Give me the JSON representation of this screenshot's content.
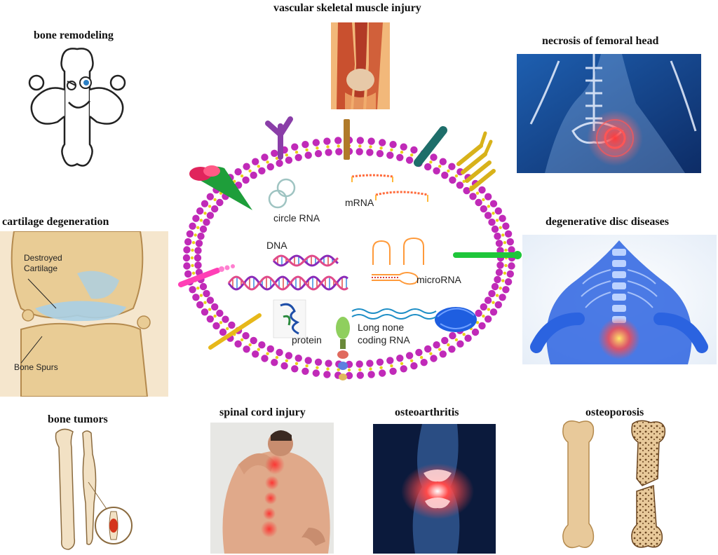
{
  "titles": {
    "vascular": "vascular skeletal muscle injury",
    "bone_remodeling": "bone remodeling",
    "femoral_head": "necrosis of femoral head",
    "cartilage": "cartilage degeneration",
    "disc": "degenerative disc diseases",
    "bone_tumors": "bone tumors",
    "spinal": "spinal cord injury",
    "osteoarthritis": "osteoarthritis",
    "osteoporosis": "osteoporosis"
  },
  "cell": {
    "circle_rna": "circle RNA",
    "mrna": "mRNA",
    "dna": "DNA",
    "microrna": "microRNA",
    "protein": "protein",
    "lncrna_line1": "Long none",
    "lncrna_line2": "coding RNA"
  },
  "cartilage_labels": {
    "destroyed_1": "Destroyed",
    "destroyed_2": "Cartilage",
    "bone_spurs": "Bone Spurs"
  },
  "colors": {
    "membrane_head": "#c02ab8",
    "membrane_tail": "#e8d21a",
    "disc_glow": "#2b63e0",
    "osteoarthritis_bg": "#0b1a3c",
    "bone_tan": "#e8c99a"
  }
}
